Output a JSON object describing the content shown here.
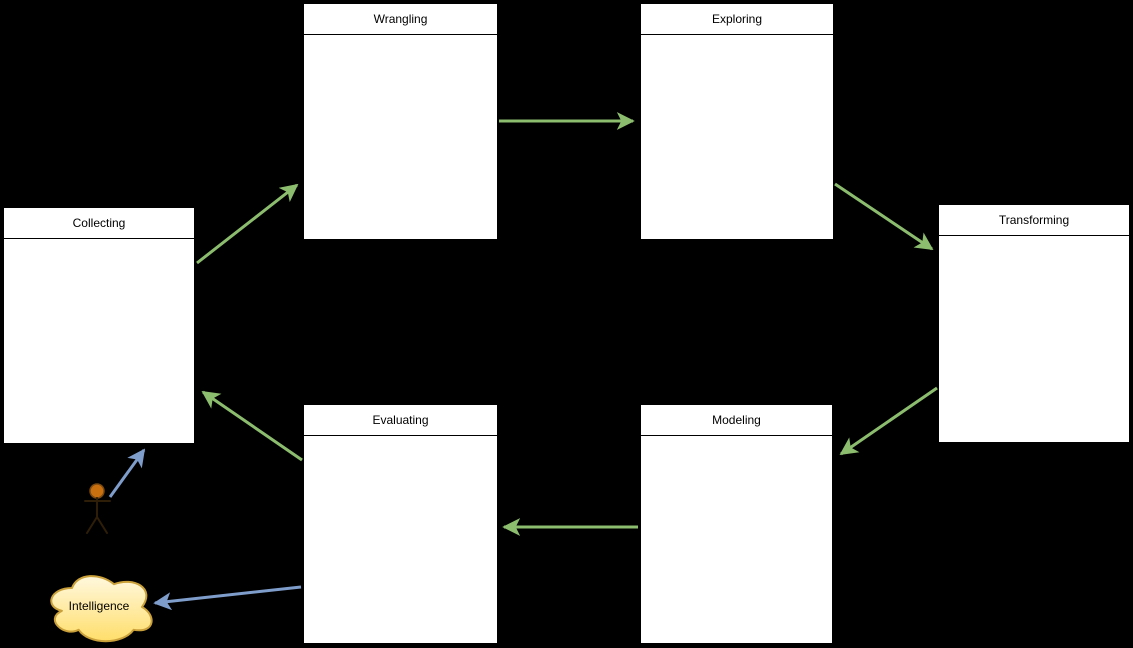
{
  "diagram": {
    "type": "flowchart-cycle",
    "nodes": [
      {
        "id": "collecting",
        "label": "Collecting"
      },
      {
        "id": "wrangling",
        "label": "Wrangling"
      },
      {
        "id": "exploring",
        "label": "Exploring"
      },
      {
        "id": "transforming",
        "label": "Transforming"
      },
      {
        "id": "modeling",
        "label": "Modeling"
      },
      {
        "id": "evaluating",
        "label": "Evaluating"
      }
    ],
    "cloud": {
      "id": "intelligence",
      "label": "Intelligence"
    },
    "actor": {
      "id": "user-actor",
      "icon": "stick-figure-actor-icon"
    },
    "edges": [
      {
        "from": "collecting",
        "to": "wrangling",
        "type": "flow"
      },
      {
        "from": "wrangling",
        "to": "exploring",
        "type": "flow"
      },
      {
        "from": "exploring",
        "to": "transforming",
        "type": "flow"
      },
      {
        "from": "transforming",
        "to": "modeling",
        "type": "flow"
      },
      {
        "from": "modeling",
        "to": "evaluating",
        "type": "flow"
      },
      {
        "from": "evaluating",
        "to": "collecting",
        "type": "flow"
      },
      {
        "from": "user-actor",
        "to": "collecting",
        "type": "io"
      },
      {
        "from": "evaluating",
        "to": "intelligence",
        "type": "io"
      }
    ],
    "colors": {
      "background": "#000000",
      "node_fill": "#ffffff",
      "node_border": "#000000",
      "node_text": "#000000",
      "flow_arrow": "#8cbd6e",
      "io_arrow": "#7f9dcb",
      "cloud_border": "#c9a03a",
      "cloud_fill_top": "#fff8de",
      "cloud_fill_bottom": "#ffde6b",
      "actor_head": "#c86f10",
      "actor_head_outline": "#7a4a10",
      "actor_body": "#2e1e08"
    }
  }
}
